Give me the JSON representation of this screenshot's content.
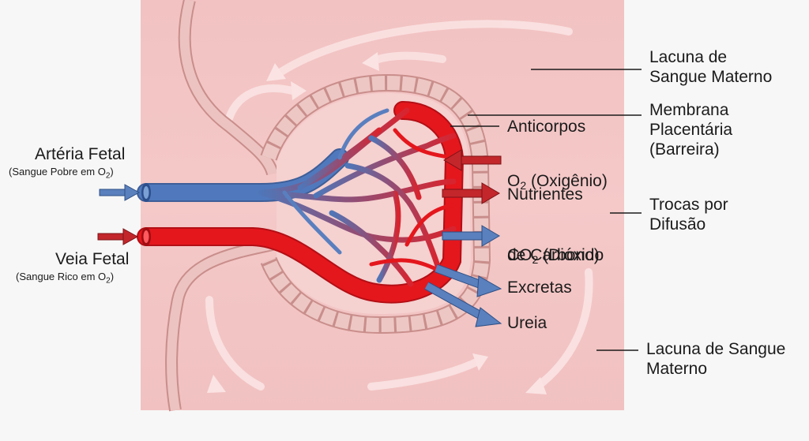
{
  "left_labels": {
    "artery_title": "Artéria Fetal",
    "artery_sub_prefix": "(Sangue Pobre em O",
    "artery_sub_subscript": "2",
    "artery_sub_suffix": ")",
    "vein_title": "Veia Fetal",
    "vein_sub_prefix": "(Sangue Rico em O",
    "vein_sub_subscript": "2",
    "vein_sub_suffix": ")"
  },
  "exchange_labels": {
    "antibodies": "Anticorpos",
    "oxygen_prefix": "O",
    "oxygen_subscript": "2",
    "oxygen_suffix": " (Oxigênio)",
    "nutrients": "Nutrientes",
    "co2_prefix": "CO",
    "co2_subscript": "2",
    "co2_suffix": " (Dióxido",
    "co2_line2": "de Carbono)",
    "excretions": "Excretas",
    "urea": "Ureia"
  },
  "right_labels": {
    "maternal_lacuna_top": "Lacuna de\nSangue Materno",
    "placental_membrane": "Membrana\nPlacentária\n(Barreira)",
    "diffusion": "Trocas por\nDifusão",
    "maternal_lacuna_bottom": "Lacuna de Sangue\nMaterno"
  },
  "colors": {
    "maternal_blood": "#f3c4c4",
    "membrane": "#e6b3b0",
    "artery_blue": "#4e74b6",
    "vein_red": "#e1141b",
    "arrow_red": "#c3272b",
    "arrow_blue": "#5a80bd"
  }
}
